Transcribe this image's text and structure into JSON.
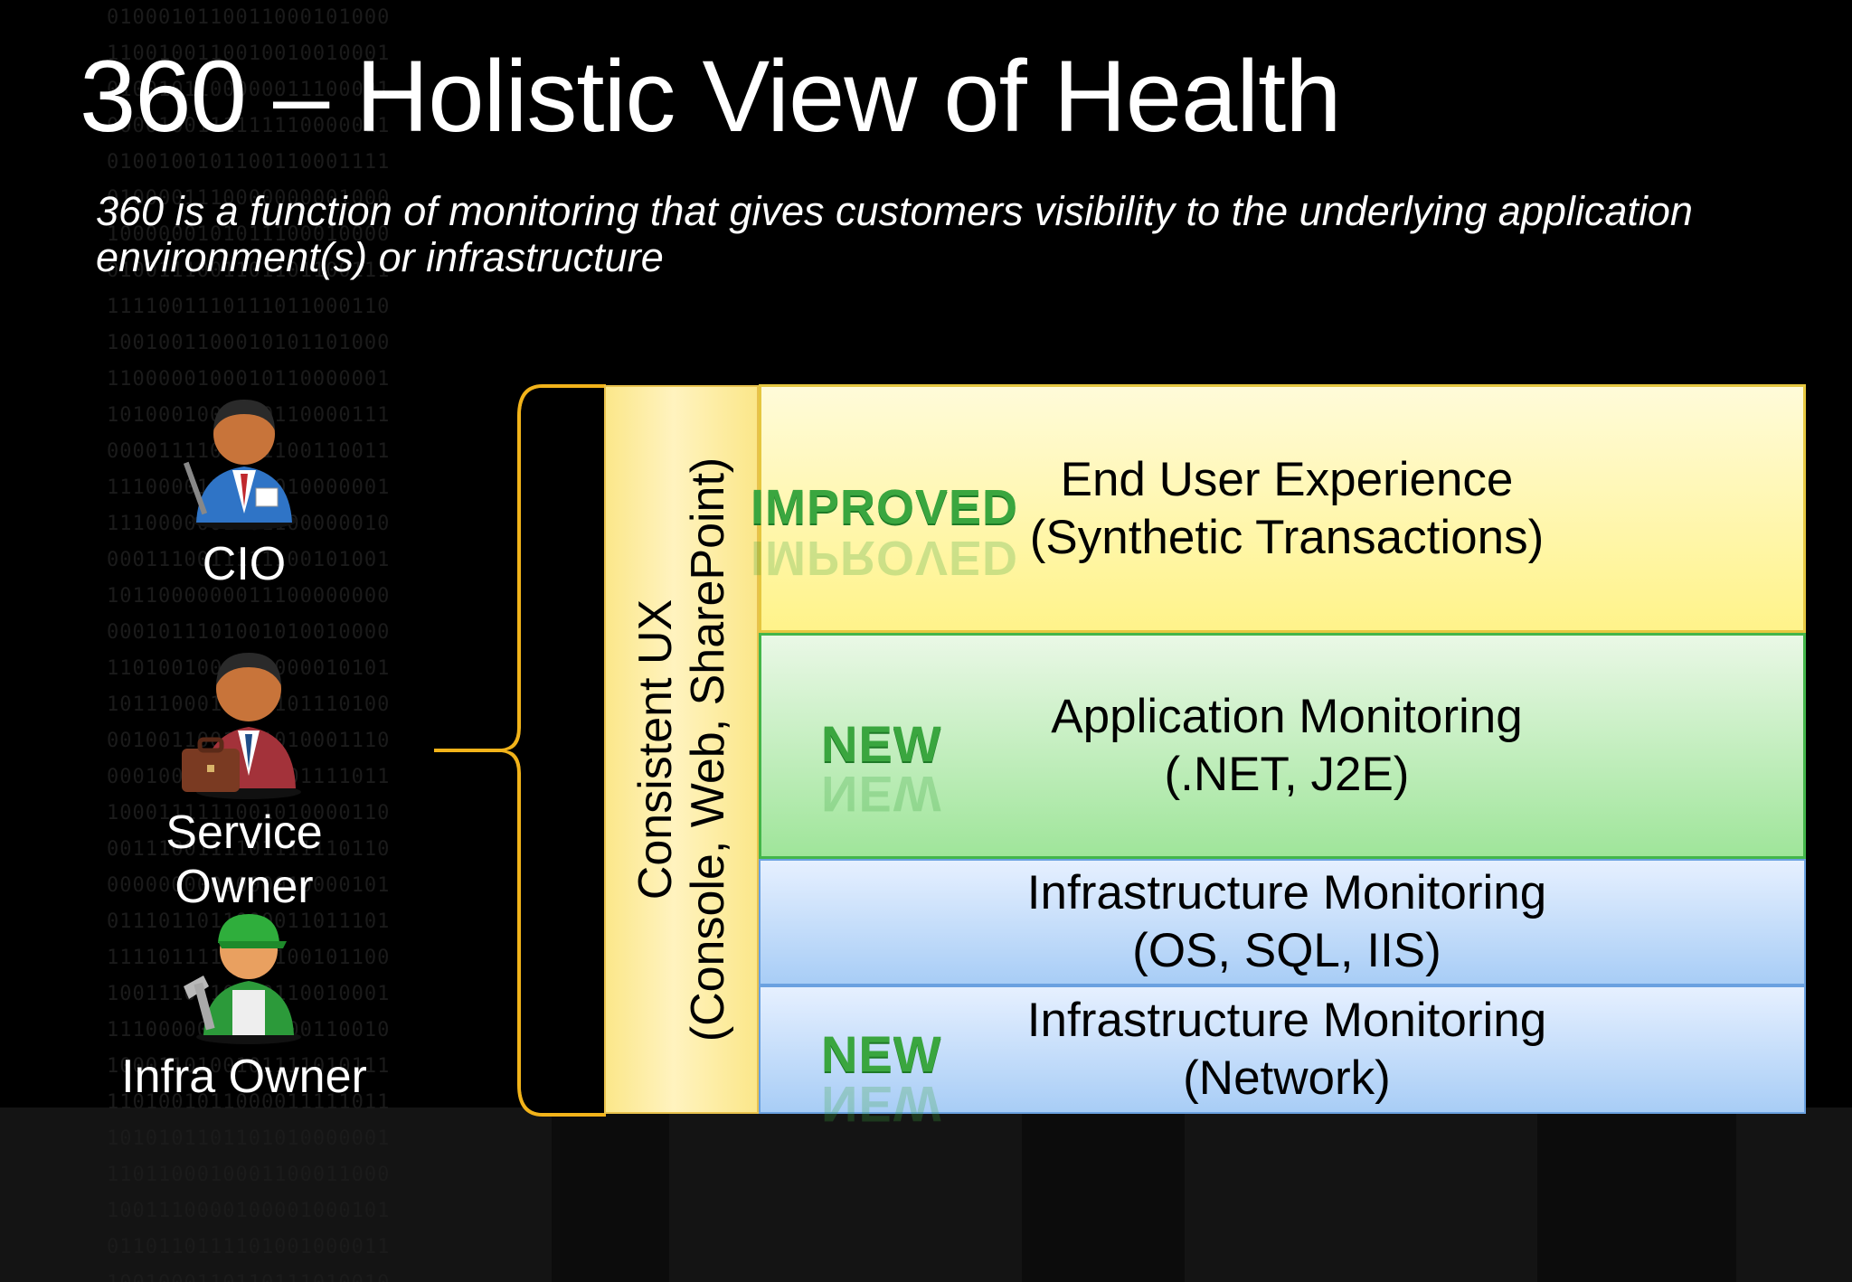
{
  "slide": {
    "title": "360 – Holistic View of Health",
    "subtitle_line1": "360 is a function of monitoring that gives customers visibility to the underlying application",
    "subtitle_line2": "environment(s) or infrastructure"
  },
  "personas": [
    {
      "label": "CIO",
      "icon": "executive-person-icon"
    },
    {
      "label": "Service Owner",
      "icon": "businessman-briefcase-icon"
    },
    {
      "label": "Infra Owner",
      "icon": "worker-wrench-icon"
    }
  ],
  "ux_bar": {
    "line1": "Consistent UX",
    "line2": "(Console, Web, SharePoint)"
  },
  "layers": [
    {
      "line1": "End User Experience",
      "line2": "(Synthetic Transactions)",
      "badge": "IMPROVED",
      "color": "#fff38a"
    },
    {
      "line1": "Application Monitoring",
      "line2": "(.NET, J2E)",
      "badge": "NEW",
      "color": "#9fe59a"
    },
    {
      "line1": "Infrastructure Monitoring",
      "line2": "(OS, SQL, IIS)",
      "badge": "",
      "color": "#a8cdf6"
    },
    {
      "line1": "Infrastructure Monitoring",
      "line2": "(Network)",
      "badge": "NEW",
      "color": "#a8cdf6"
    }
  ],
  "colors": {
    "background": "#000000",
    "brace": "#f2b31a",
    "badge_green": "#3aa63f"
  }
}
